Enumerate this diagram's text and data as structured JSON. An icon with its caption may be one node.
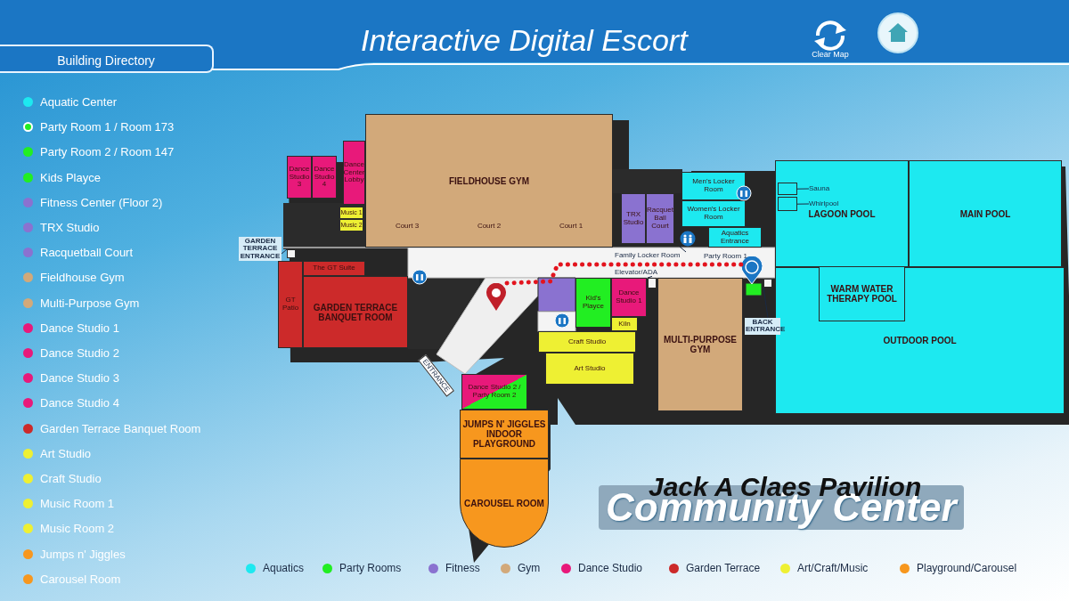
{
  "diagram": {
    "title": "Interactive Digital Escort",
    "nodes": [
      {
        "text": [
          "Dance Studio 3"
        ]
      },
      {
        "text": [
          "Dance Studio 4"
        ]
      },
      {
        "text": [
          "Dance Center Lobby"
        ]
      },
      {
        "text": [
          "Music 1"
        ]
      },
      {
        "text": [
          "Music 2"
        ]
      },
      {
        "text": [
          "FIELDHOUSE GYM",
          "Court 3",
          "Court 2",
          "Court 1"
        ]
      },
      {
        "text": [
          "TRX Studio"
        ]
      },
      {
        "text": [
          "Racquet Ball Court"
        ]
      },
      {
        "text": [
          "Men's Locker Room"
        ]
      },
      {
        "text": [
          "Women's Locker Room"
        ]
      },
      {
        "text": [
          "Aquatics Entrance"
        ]
      },
      {
        "text": [
          "The GT Suite"
        ]
      },
      {
        "text": [
          "GT Patio"
        ]
      },
      {
        "text": [
          "GARDEN TERRACE BANQUET ROOM"
        ]
      },
      {
        "text": [
          "Kid's Playce"
        ]
      },
      {
        "text": [
          "Dance Studio 1"
        ]
      },
      {
        "text": [
          "Kiln"
        ]
      },
      {
        "text": [
          "Craft Studio"
        ]
      },
      {
        "text": [
          "Art Studio"
        ]
      },
      {
        "text": [
          "MULTI-PURPOSE GYM"
        ]
      },
      {
        "text": [
          "Dance Studio 2 / Party Room 2"
        ]
      },
      {
        "text": [
          "JUMPS N' JIGGLES INDOOR PLAYGROUND"
        ]
      },
      {
        "text": [
          "CAROUSEL ROOM"
        ]
      },
      {
        "text": [
          "LAGOON POOL"
        ]
      },
      {
        "text": [
          "MAIN POOL"
        ]
      },
      {
        "text": [
          "OUTDOOR POOL"
        ]
      },
      {
        "text": [
          "WARM WATER THERAPY POOL"
        ],
        "in": 25
      },
      {
        "text": [
          "GARDEN TERRACE ENTRANCE"
        ]
      },
      {
        "text": [
          "Family Locker Room"
        ]
      },
      {
        "text": [
          "Elevator/ADA"
        ]
      },
      {
        "text": [
          "Sauna"
        ],
        "in": 23
      },
      {
        "text": [
          "Whirlpool"
        ],
        "in": 23
      },
      {
        "text": [
          "BACK ENTRANCE"
        ]
      },
      {
        "text": [],
        "shape": "picture"
      },
      {
        "text": [],
        "shape": "picture"
      },
      {
        "text": [],
        "shape": "picture"
      },
      {
        "text": [],
        "shape": "box",
        "in": 23
      },
      {
        "text": [],
        "shape": "box",
        "in": 23
      },
      {
        "text": [],
        "shape": "box"
      },
      {
        "text": [],
        "shape": "box"
      },
      {
        "text": [],
        "shape": "box"
      }
    ],
    "edges": [
      {
        "from": 27,
        "to": 40,
        "arrow": "none"
      },
      {
        "from": 28,
        "to": 33,
        "arrow": "none"
      },
      {
        "from": 29,
        "to": 38,
        "arrow": "none"
      },
      {
        "from": 30,
        "to": 36,
        "arrow": "none"
      },
      {
        "from": 31,
        "to": 37,
        "arrow": "none"
      },
      {
        "from": 32,
        "to": 39,
        "arrow": "none"
      },
      {
        "from": 34,
        "to": 35,
        "arrow": "none",
        "style": "dashed",
        "color": "#e3141e"
      }
    ],
    "labels": [
      "Building Directory",
      "Clear Map",
      "ENTRANCE",
      "Party Room 1",
      "Jack A Claes Pavilion",
      "Community Center"
    ],
    "legend": [
      {
        "text": "Aquatic Center",
        "color": "#1de9f0"
      },
      {
        "text": "Party Room 1 / Room 173",
        "color": "#22ee22"
      },
      {
        "text": "Party Room 2 / Room 147",
        "color": "#22ee22"
      },
      {
        "text": "Kids Playce",
        "color": "#22ee22"
      },
      {
        "text": "Fitness Center (Floor 2)",
        "color": "#8a72d0"
      },
      {
        "text": "TRX Studio",
        "color": "#8a72d0"
      },
      {
        "text": "Racquetball Court",
        "color": "#8a72d0"
      },
      {
        "text": "Fieldhouse Gym",
        "color": "#d2a97a"
      },
      {
        "text": "Multi-Purpose Gym",
        "color": "#d2a97a"
      },
      {
        "text": "Dance Studio 1",
        "color": "#e8197a"
      },
      {
        "text": "Dance Studio 2",
        "color": "#e8197a"
      },
      {
        "text": "Dance Studio 3",
        "color": "#e8197a"
      },
      {
        "text": "Dance Studio 4",
        "color": "#e8197a"
      },
      {
        "text": "Garden Terrace Banquet Room",
        "color": "#cc2a2a"
      },
      {
        "text": "Art Studio",
        "color": "#eef033"
      },
      {
        "text": "Craft Studio",
        "color": "#eef033"
      },
      {
        "text": "Music Room 1",
        "color": "#eef033"
      },
      {
        "text": "Music Room 2",
        "color": "#eef033"
      },
      {
        "text": "Jumps n' Jiggles",
        "color": "#f7971e"
      },
      {
        "text": "Carousel Room",
        "color": "#f7971e"
      },
      {
        "text": "Aquatics",
        "color": "#1de9f0"
      },
      {
        "text": "Party Rooms",
        "color": "#22ee22"
      },
      {
        "text": "Fitness",
        "color": "#8a72d0"
      },
      {
        "text": "Gym",
        "color": "#d2a97a"
      },
      {
        "text": "Dance Studio",
        "color": "#e8197a"
      },
      {
        "text": "Garden Terrace",
        "color": "#cc2a2a"
      },
      {
        "text": "Art/Craft/Music",
        "color": "#eef033"
      },
      {
        "text": "Playground/Carousel",
        "color": "#f7971e"
      }
    ]
  }
}
